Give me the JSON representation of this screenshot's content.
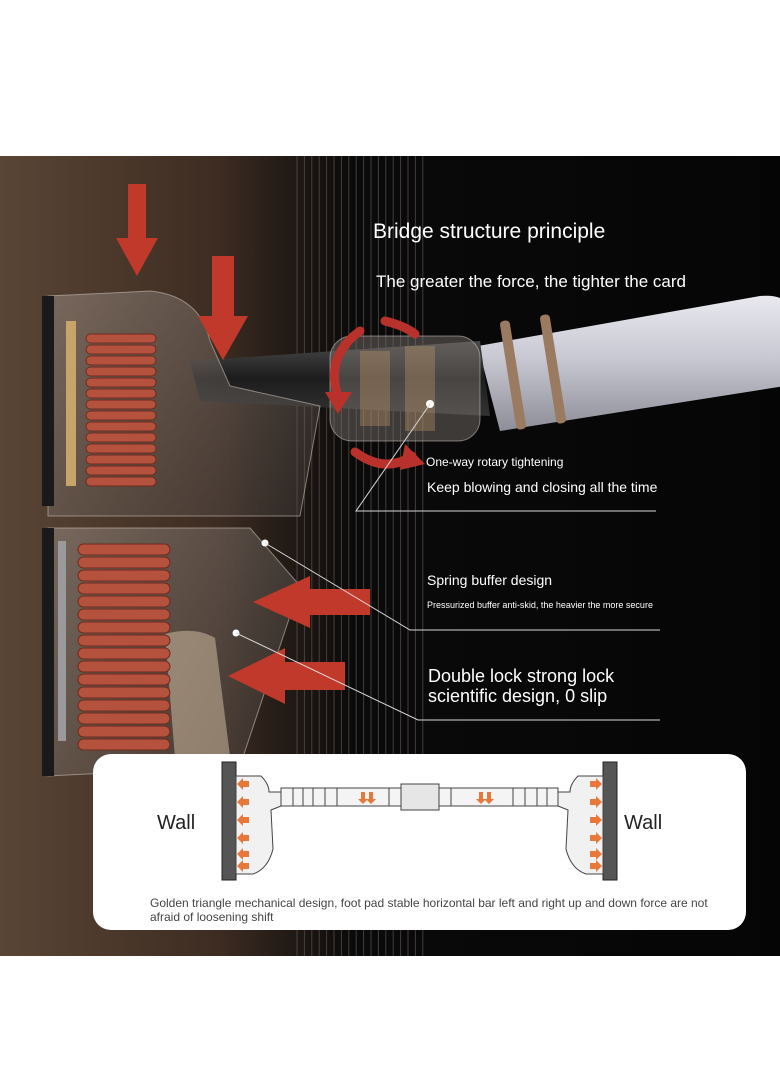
{
  "heading": {
    "title": "Bridge structure principle",
    "subtitle": "The greater the force, the tighter the card"
  },
  "annotations": [
    {
      "small": "One-way rotary tightening",
      "main": "Keep blowing and closing all the time"
    },
    {
      "main": "Spring buffer design",
      "small": "Pressurized buffer anti-skid, the heavier the more secure"
    },
    {
      "line1": "Double lock strong lock",
      "line2": "scientific design, 0 slip"
    }
  ],
  "diagram": {
    "wall_left": "Wall",
    "wall_right": "Wall",
    "caption": "Golden triangle mechanical design, foot pad stable horizontal bar left and right up and down force are not afraid of loosening shift"
  },
  "colors": {
    "arrow_red": "#c0392b",
    "coil_copper": "#b5523e",
    "pad_arrow_orange": "#e8783a",
    "bar_grey": "#cfd0d8"
  },
  "icons": [
    "force-arrow-icon",
    "rotation-arrow-icon",
    "callout-dot-icon",
    "spring-coil-icon"
  ]
}
